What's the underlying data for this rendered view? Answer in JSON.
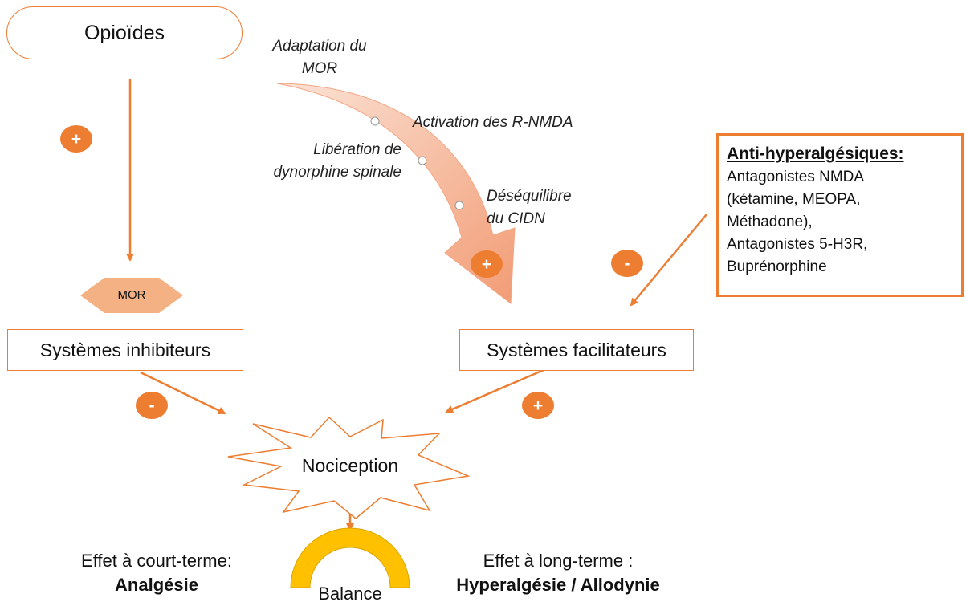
{
  "nodes": {
    "opioides": "Opioïdes",
    "mor": "MOR",
    "inhibiteurs": "Systèmes inhibiteurs",
    "facilitateurs": "Systèmes facilitateurs",
    "nociception": "Nociception",
    "balance": "Balance"
  },
  "mechanisms": {
    "adaptation": "Adaptation du\nMOR",
    "activation": "Activation des R-NMDA",
    "liberation": "Libération de\ndynorphine spinale",
    "desequilibre": "Déséquilibre\ndu CIDN"
  },
  "anti": {
    "title": "Anti-hyperalgésiques:",
    "body": "Antagonistes NMDA\n(kétamine, MEOPA,\nMéthadone),\nAntagonistes 5-H3R,\nBuprénorphine"
  },
  "signs": {
    "opioides_plus": "+",
    "curve_plus": "+",
    "anti_minus": "-",
    "inhib_minus": "-",
    "facil_plus": "+"
  },
  "effects": {
    "short_label": "Effet à court-terme:",
    "short_value": "Analgésie",
    "long_label": "Effet à long-terme :",
    "long_value": "Hyperalgésie / Allodynie"
  },
  "colors": {
    "accent": "#ed7d31",
    "salmon": "#f4b183",
    "balance": "#ffc000"
  }
}
